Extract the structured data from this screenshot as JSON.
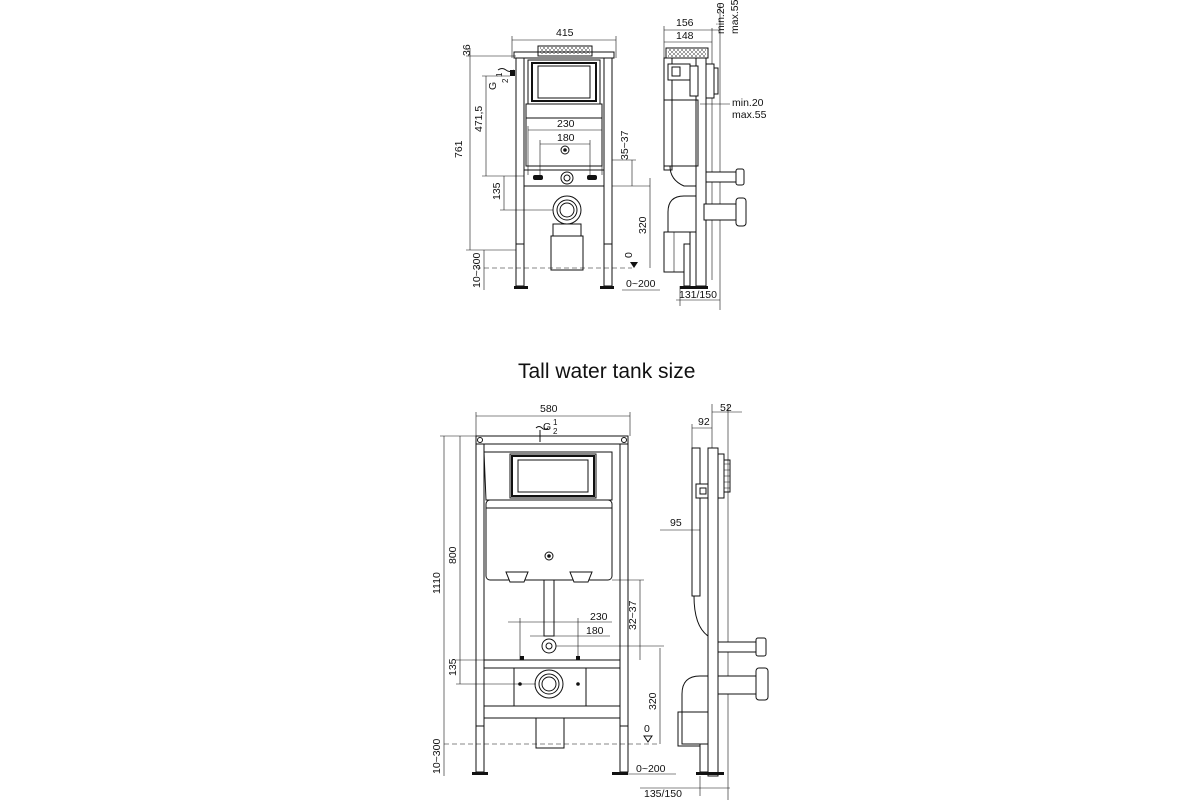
{
  "title": "Tall water tank size",
  "top_front": {
    "width": "415",
    "top_offset": "36",
    "height_total": "761",
    "height_upper": "471,5",
    "inlet": "G 1/2\"",
    "inlet_g": "G",
    "inlet_frac_num": "1",
    "inlet_frac_den": "2",
    "bolt_outer": "230",
    "bolt_inner": "180",
    "bolt_height": "135",
    "drain_height": "320",
    "leg_adjust": "10~300",
    "offset_range": "35~37",
    "zero": "0",
    "floor_range": "0~200"
  },
  "top_side": {
    "depth_outer": "156",
    "depth_inner": "148",
    "wall_min_a": "min.20",
    "wall_max_a": "max.55",
    "wall_min_b": "min.20",
    "wall_max_b": "max.55",
    "pipe_offset": "131/150"
  },
  "bottom_front": {
    "width": "580",
    "height_total": "1110",
    "height_upper": "800",
    "inlet_g": "G",
    "inlet_frac_num": "1",
    "inlet_frac_den": "2",
    "bolt_outer": "230",
    "bolt_inner": "180",
    "bolt_height": "135",
    "drain_height": "320",
    "leg_adjust": "10~300",
    "offset_range": "32~37",
    "zero": "0",
    "floor_range": "0~200"
  },
  "bottom_side": {
    "depth_outer": "52",
    "depth_inner": "92",
    "plate_offset": "95",
    "pipe_offset": "135/150"
  }
}
